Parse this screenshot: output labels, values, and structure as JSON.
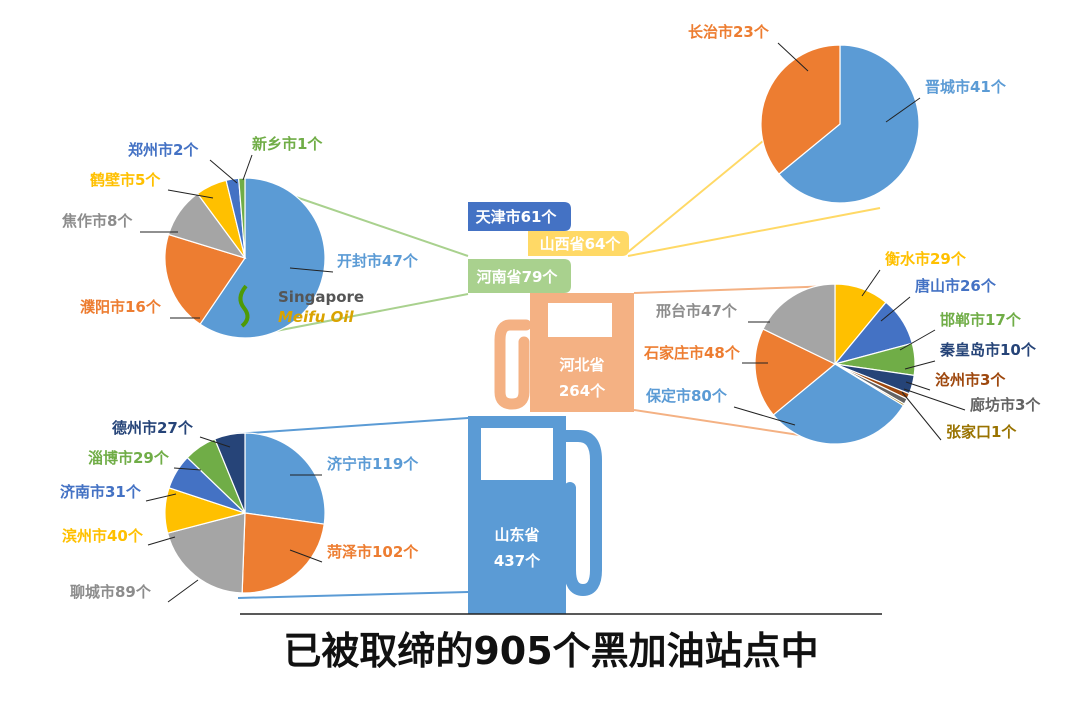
{
  "title": "已被取缔的905个黑加油站点中",
  "watermark": {
    "line1": "Singapore",
    "line2": "Meifu Oil"
  },
  "colors": {
    "blue": "#5b9bd5",
    "orange": "#ed7d31",
    "gray": "#a5a5a5",
    "yellow": "#ffc000",
    "darkblue": "#4472c4",
    "green": "#70ad47",
    "navy": "#264478",
    "brown": "#9e480e",
    "lightorange": "#f4b183"
  },
  "provinces": {
    "tianjin": {
      "label": "天津市61个",
      "color": "#4472c4"
    },
    "shanxi": {
      "label": "山西省64个",
      "color": "#ffd966"
    },
    "henan": {
      "label": "河南省79个",
      "color": "#a9d18e"
    },
    "hebei": {
      "name": "河北省",
      "count": "264个",
      "color": "#f4b183"
    },
    "shandong": {
      "name": "山东省",
      "count": "437个",
      "color": "#5b9bd5"
    }
  },
  "chart_data": [
    {
      "type": "pie",
      "title": "山西省",
      "categories": [
        "晋城市",
        "长治市"
      ],
      "values": [
        41,
        23
      ],
      "labels": [
        "晋城市41个",
        "长治市23个"
      ],
      "colors": [
        "#5b9bd5",
        "#ed7d31"
      ]
    },
    {
      "type": "pie",
      "title": "河南省",
      "categories": [
        "开封市",
        "濮阳市",
        "焦作市",
        "鹤壁市",
        "郑州市",
        "新乡市"
      ],
      "values": [
        47,
        16,
        8,
        5,
        2,
        1
      ],
      "labels": [
        "开封市47个",
        "濮阳市16个",
        "焦作市8个",
        "鹤壁市5个",
        "郑州市2个",
        "新乡市1个"
      ],
      "colors": [
        "#5b9bd5",
        "#ed7d31",
        "#a5a5a5",
        "#ffc000",
        "#4472c4",
        "#70ad47"
      ]
    },
    {
      "type": "pie",
      "title": "河北省",
      "categories": [
        "衡水市",
        "唐山市",
        "邯郸市",
        "秦皇岛市",
        "沧州市",
        "廊坊市",
        "张家口",
        "保定市",
        "石家庄市",
        "邢台市"
      ],
      "values": [
        29,
        26,
        17,
        10,
        3,
        3,
        1,
        80,
        48,
        47
      ],
      "labels": [
        "衡水市29个",
        "唐山市26个",
        "邯郸市17个",
        "秦皇岛市10个",
        "沧州市3个",
        "廊坊市3个",
        "张家口1个",
        "保定市80个",
        "石家庄市48个",
        "邢台市47个"
      ],
      "colors": [
        "#ffc000",
        "#4472c4",
        "#70ad47",
        "#264478",
        "#9e480e",
        "#636363",
        "#997300",
        "#5b9bd5",
        "#ed7d31",
        "#a5a5a5"
      ]
    },
    {
      "type": "pie",
      "title": "山东省",
      "categories": [
        "济宁市",
        "菏泽市",
        "聊城市",
        "滨州市",
        "济南市",
        "淄博市",
        "德州市"
      ],
      "values": [
        119,
        102,
        89,
        40,
        31,
        29,
        27
      ],
      "labels": [
        "济宁市119个",
        "菏泽市102个",
        "聊城市89个",
        "滨州市40个",
        "济南市31个",
        "淄博市29个",
        "德州市27个"
      ],
      "colors": [
        "#5b9bd5",
        "#ed7d31",
        "#a5a5a5",
        "#ffc000",
        "#4472c4",
        "#70ad47",
        "#264478"
      ]
    }
  ]
}
